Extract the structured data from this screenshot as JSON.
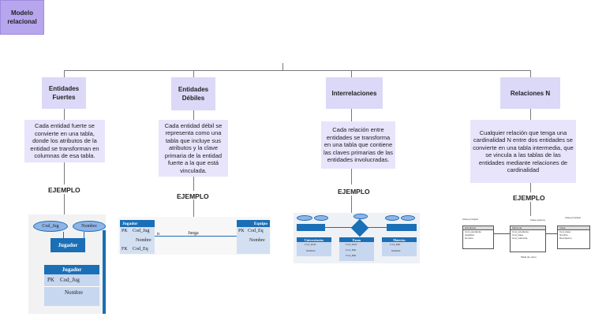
{
  "root": {
    "line1": "Modelo",
    "line2": "relacional"
  },
  "categories": [
    {
      "line1": "Entidades",
      "line2": "Fuertes"
    },
    {
      "line1": "Entidades",
      "line2": "Débiles"
    },
    {
      "line1": "Interrelaciones",
      "line2": ""
    },
    {
      "line1": "Relaciones N",
      "line2": ""
    }
  ],
  "descriptions": [
    "Cada entidad fuerte se convierte en una tabla, donde los atributos de la entidad se transforman en columnas de esa tabla.",
    "Cada entidad débil se representa como una tabla que incluye sus atributos y la clave primaria de la entidad fuerte a la que está vinculada.",
    "Cada relación entre entidades se transforma en una tabla que contiene las claves primarias de las entidades involucradas.",
    "Cualquier relación que tenga una cardinalidad N entre dos entidades se convierte en una tabla intermedia, que se vincula a las tablas de las entidades mediante relaciones de cardinalidad"
  ],
  "example_label": "EJEMPLO",
  "ex1": {
    "attr1": "Cod_Jug",
    "attr2": "Nombre",
    "entity": "Jugador",
    "table_title": "Jugador",
    "pk": "PK",
    "pk_field": "Cod_Jug",
    "field2": "Nombre"
  },
  "ex2": {
    "left_title": "Jugador",
    "pk": "PK",
    "pk_field": "Cod_Jug",
    "field2": "Nombre",
    "fk": "FK",
    "fk_field": "Cod_Eq",
    "relation": "Juega",
    "card": "n",
    "right_title": "Equipo",
    "right_pk": "PK",
    "right_pk_field": "Cod_Eq",
    "right_field2": "Nombre"
  },
  "ex3": {
    "t1": "Universitarios",
    "t2": "Pasan",
    "t3": "Materias",
    "r1": [
      "Cod_Univ",
      "Nombre"
    ],
    "r2": [
      "Cod_Univ",
      "Cod_Mat",
      "Cod_Mat"
    ],
    "r3": [
      "Cod_Mat",
      "Nombre"
    ]
  },
  "ex4": {
    "left_title": "Estudiante",
    "left_rows": [
      "Cod_estudiante",
      "Apellidos",
      "Nombre"
    ],
    "mid_title": "Matricula",
    "mid_rows": [
      "Cod_estudiante",
      "Cod_clase",
      "Cod_matricula"
    ],
    "right_title": "Clase",
    "right_rows": [
      "Cod_clase",
      "Nombre",
      "Descripcion"
    ],
    "lbl1": "Clave principal",
    "lbl2": "Clave externa",
    "lbl3": "Clave principal",
    "lbl4": "Tabla de unión"
  },
  "colors": {
    "root": "#b7a6ee",
    "category": "#dcd8f8",
    "description": "#e7e4fb",
    "table_header": "#1a6fb6"
  }
}
